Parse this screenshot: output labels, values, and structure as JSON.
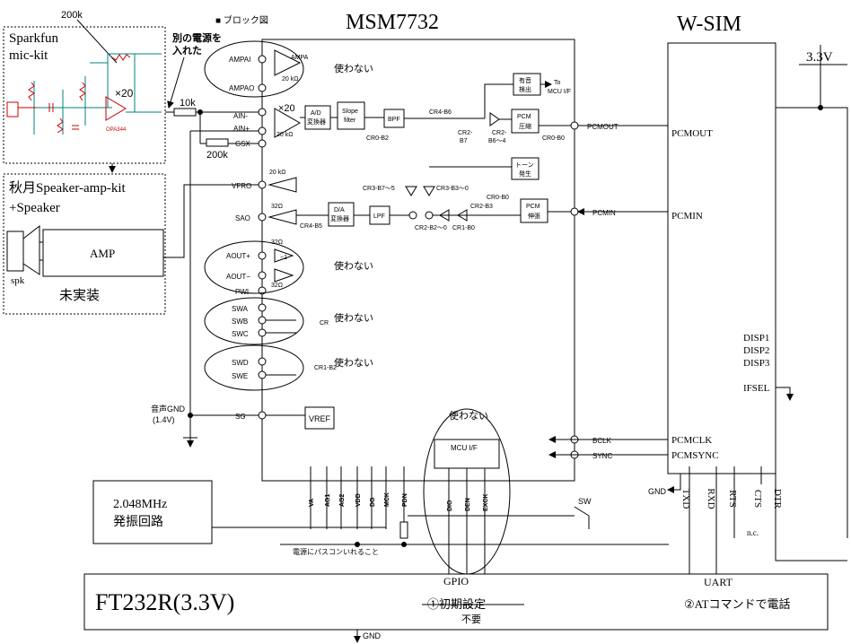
{
  "titles": {
    "msm": "MSM7732",
    "wsim": "W-SIM",
    "block_diagram": "■ ブロック図",
    "ft232r": "FT232R(3.3V)",
    "supply": "3.3V"
  },
  "annotations": {
    "separate_power": "別の電源を",
    "separate_power2": "入れた",
    "unused": "使わない",
    "bypass_note": "電源にパスコンいれること",
    "not_mounted": "未実装",
    "gpio": "GPIO",
    "init_setting": "①初期設定",
    "not_needed": "不要",
    "uart": "UART",
    "at_command": "②ATコマンドで電話",
    "audio_gnd": "音声GND",
    "audio_gnd_v": "(1.4V)",
    "gnd": "GND",
    "sw": "SW",
    "nc": "n.c."
  },
  "mic_kit": {
    "label1": "Sparkfun",
    "label2": "mic-kit",
    "r_top": "200k",
    "gain": "×20",
    "opamp": "OPA344"
  },
  "amp_kit": {
    "label1": "秋月Speaker-amp-kit",
    "label2": "+Speaker",
    "amp": "AMP",
    "spk": "spk"
  },
  "oscillator": {
    "line1": "2.048MHz",
    "line2": "発振回路"
  },
  "resistors": {
    "r10k": "10k",
    "r200k": "200k"
  },
  "msm_pins_left": {
    "ampai": "AMPAI",
    "ampao": "AMPAO",
    "ainm": "AIN-",
    "ainp": "AIN+",
    "gsx": "GSX",
    "vfro": "VFRO",
    "sao": "SAO",
    "aoutp": "AOUT+",
    "aoutm": "AOUT−",
    "pwi": "PWI",
    "swa": "SWA",
    "swb": "SWB",
    "swc": "SWC",
    "swd": "SWD",
    "swe": "SWE",
    "sg": "SG"
  },
  "msm_pins_right": {
    "pcmout": "PCMOUT",
    "pcmin": "PCMIN",
    "bclk": "BCLK",
    "sync": "SYNC"
  },
  "msm_pins_bottom": [
    "VA",
    "AG1",
    "AG2",
    "VDD",
    "DG",
    "MCK",
    "PDN",
    "DIO",
    "DEN",
    "EXCK"
  ],
  "msm_blocks": {
    "ampa": "AMPA",
    "r20k_a": "20 kΩ",
    "x20": "×20",
    "r20k_b": "20 kΩ",
    "ad1": "A/D",
    "ad2": "変換器",
    "slope1": "Slope",
    "slope2": "filter",
    "bpf": "BPF",
    "cr0b2": "CR0-B2",
    "cr4b6": "CR4-B6",
    "cr2b7a": "CR2-",
    "cr2b7b": "B7",
    "cr2b6a": "CR2-",
    "cr2b6b": "B6～4",
    "pcm_comp1": "PCM",
    "pcm_comp2": "圧縮",
    "cr0b0": "CR0-B0",
    "voice1": "有音",
    "voice2": "検出",
    "to_mcu1": "To",
    "to_mcu2": "MCU I/F",
    "tone1": "トーン",
    "tone2": "発生",
    "r20k_c": "20 kΩ",
    "r32": "32Ω",
    "cr4b5": "CR4-B5",
    "da1": "D/A",
    "da2": "変換器",
    "lpf": "LPF",
    "cr3b7": "CR3-B7～5",
    "cr3b3": "CR3-B3～0",
    "cr2b2": "CR2-B2～0",
    "cr1b0": "CR1-B0",
    "cr2b3": "CR2-B3",
    "cr0b0b": "CR0-B0",
    "pcm_exp1": "PCM",
    "pcm_exp2": "伸張",
    "r32b": "32Ω",
    "minus1": "−1",
    "r32c": "32Ω",
    "cr1": "CR",
    "cr1b2": "CR1-B2",
    "vref": "VREF",
    "mcuif": "MCU I/F"
  },
  "wsim_pins": {
    "pcmout": "PCMOUT",
    "pcmin": "PCMIN",
    "disp1": "DISP1",
    "disp2": "DISP2",
    "disp3": "DISP3",
    "ifsel": "IFSEL",
    "pcmclk": "PCMCLK",
    "pcmsync": "PCMSYNC"
  },
  "wsim_bottom_pins": [
    "TXD",
    "RXD",
    "RTS",
    "CTS",
    "DTR"
  ]
}
